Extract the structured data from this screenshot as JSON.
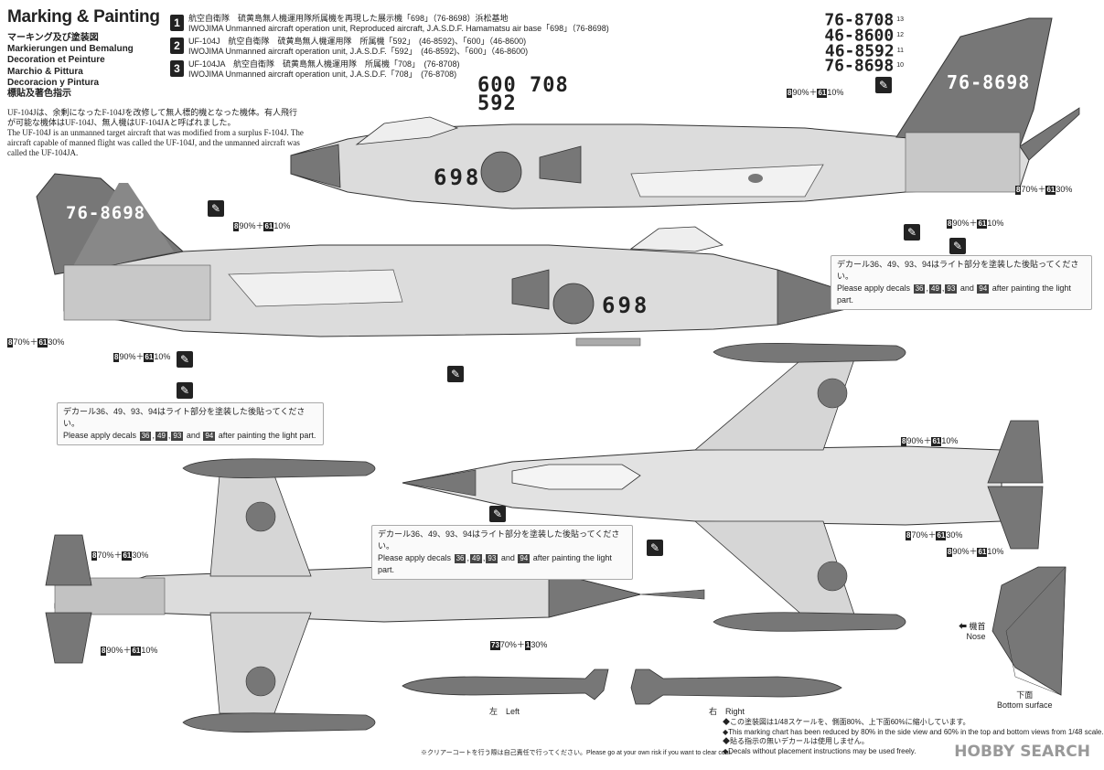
{
  "header": {
    "title": "Marking & Painting",
    "languages": "マーキング及び塗装図\nMarkierungen und Bemalung\nDecoration et Peinture\nMarchio & Pittura\nDecoracion y Pintura\n標貼及著色指示",
    "intro_ja": "UF-104Jは、余剰になったF-104Jを改修して無人標的機となった機体。有人飛行が可能な機体はUF-104J、無人機はUF-104JAと呼ばれました。",
    "intro_en": "The UF-104J is an unmanned target aircraft that was modified from a surplus F-104J. The aircraft capable of manned flight was called the UF-104J, and the unmanned aircraft was called the UF-104JA."
  },
  "options": [
    {
      "num": "1",
      "ja": "航空自衛隊　硫黄島無人機運用隊所属機を再現した展示機「698」（76-8698）浜松基地",
      "en": "IWOJIMA Unmanned aircraft operation unit, Reproduced aircraft, J.A.S.D.F. Hamamatsu air base「698」（76-8698)"
    },
    {
      "num": "2",
      "ja": "UF-104J　航空自衛隊　硫黄島無人機運用隊　所属機「592」　(46-8592)、「600」（46-8600)",
      "en": "IWOJIMA Unmanned aircraft operation unit, J.A.S.D.F.「592」　(46-8592)、「600」（46-8600)"
    },
    {
      "num": "3",
      "ja": "UF-104JA　航空自衛隊　硫黄島無人機運用隊　所属機「708」　(76-8708)",
      "en": "IWOJIMA Unmanned aircraft operation unit, J.A.S.D.F.「708」　(76-8708)"
    }
  ],
  "serials": [
    {
      "text": "76-8708",
      "num": "13"
    },
    {
      "text": "46-8600",
      "num": "12"
    },
    {
      "text": "46-8592",
      "num": "11"
    },
    {
      "text": "76-8698",
      "num": "10"
    }
  ],
  "nose_numbers": {
    "row1": "600 708",
    "row2": "592",
    "big": "698"
  },
  "tail_code": "76-8698",
  "color_mixes": {
    "mix1": "90%＋",
    "mix1_b": "10%",
    "mix2": "70%＋",
    "mix2_b": "30%"
  },
  "notes": {
    "decal_ja": "デカール36、49、93、94はライト部分を塗装した後貼ってください。",
    "decal_en_a": "Please apply decals",
    "decal_en_b": "after painting the light part.",
    "d36": "36",
    "d49": "49",
    "d93": "93",
    "d94": "94"
  },
  "views": {
    "left": "左　Left",
    "right": "右　Right",
    "bottom_ja": "下面",
    "bottom_en": "Bottom surface",
    "nose_ja": "機首",
    "nose_en": "Nose"
  },
  "footer": [
    "◆この塗装図は1/48スケールを、側面80%、上下面60%に縮小しています。",
    "◆This marking chart has been reduced by 80% in the side view and 60% in the top and bottom views from 1/48 scale.",
    "◆貼る指示の無いデカールは使用しません。",
    "◆Decals without placement instructions may be used freely."
  ],
  "clear_coat": "※クリアーコートを行う際は自己責任で行ってください。Please go at your own risk if you want to clear coat.",
  "logo": "HOBBY SEARCH",
  "colors": {
    "dark": "#6f6f6f",
    "light": "#d9d9d9",
    "ink": "#222222"
  }
}
